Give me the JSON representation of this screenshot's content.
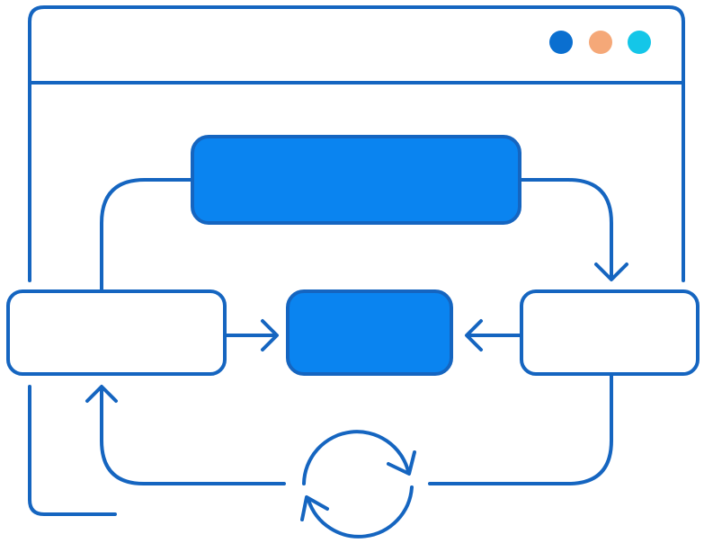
{
  "colors": {
    "stroke": "#1565c0",
    "fill_primary": "#0a84f0",
    "fill_secondary": "#ffffff",
    "dot_1": "#0a6fd0",
    "dot_2": "#f5a878",
    "dot_3": "#14c6e8",
    "background": "#ffffff"
  },
  "window": {
    "controls": [
      "window-dot-blue",
      "window-dot-orange",
      "window-dot-cyan"
    ]
  },
  "diagram": {
    "nodes": [
      {
        "id": "top-block",
        "style": "filled"
      },
      {
        "id": "left-block",
        "style": "outline"
      },
      {
        "id": "center-block",
        "style": "filled"
      },
      {
        "id": "right-block",
        "style": "outline"
      }
    ],
    "edges": [
      {
        "from": "left-block",
        "to": "top-block",
        "arrow": false
      },
      {
        "from": "top-block",
        "to": "right-block",
        "arrow": true
      },
      {
        "from": "left-block",
        "to": "center-block",
        "arrow": true
      },
      {
        "from": "right-block",
        "to": "center-block",
        "arrow": true
      },
      {
        "from": "right-block",
        "to": "left-block",
        "arrow": true,
        "via": "refresh-cycle"
      }
    ],
    "cycle_icon": "refresh-icon"
  }
}
